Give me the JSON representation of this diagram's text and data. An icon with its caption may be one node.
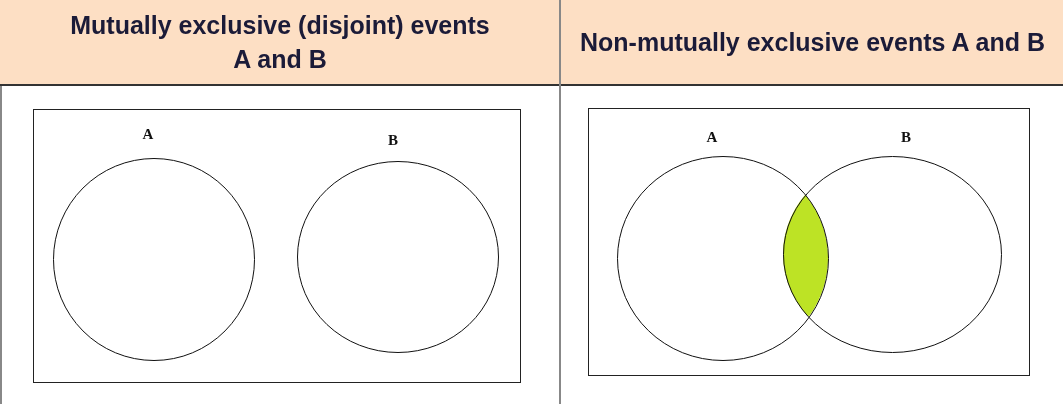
{
  "diagram": {
    "nodes": [
      {
        "text": [],
        "shape": "box"
      },
      {
        "text": [
          "A"
        ],
        "in": 0
      },
      {
        "text": [
          "B"
        ],
        "in": 0
      },
      {
        "text": [],
        "shape": "box"
      },
      {
        "text": [
          "A"
        ],
        "in": 3
      },
      {
        "text": [
          "B"
        ],
        "in": 3
      },
      {
        "text": [],
        "shape": "lens"
      }
    ],
    "labels": [
      "Mutually exclusive (disjoint) events A and B",
      "Non-mutually exclusive events A and B"
    ]
  }
}
